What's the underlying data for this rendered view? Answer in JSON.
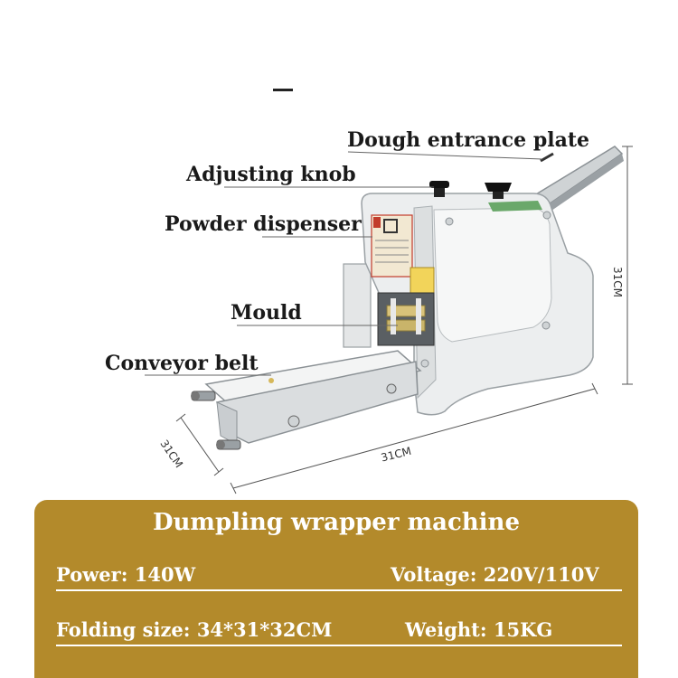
{
  "callouts": {
    "dough_entrance_plate": "Dough entrance plate",
    "adjusting_knob": "Adjusting knob",
    "powder_dispenser": "Powder dispenser",
    "mould": "Mould",
    "conveyor_belt": "Conveyor belt"
  },
  "dimensions": {
    "height": "31CM",
    "depth": "31CM",
    "width": "31CM"
  },
  "specs": {
    "title": "Dumpling wrapper machine",
    "power": "Power: 140W",
    "voltage": "Voltage: 220V/110V",
    "folding_size": "Folding size: 34*31*32CM",
    "weight": "Weight: 15KG"
  },
  "colors": {
    "panel_background": "#b38a2b",
    "panel_text": "#ffffff",
    "machine_body": "#e9ebec"
  }
}
